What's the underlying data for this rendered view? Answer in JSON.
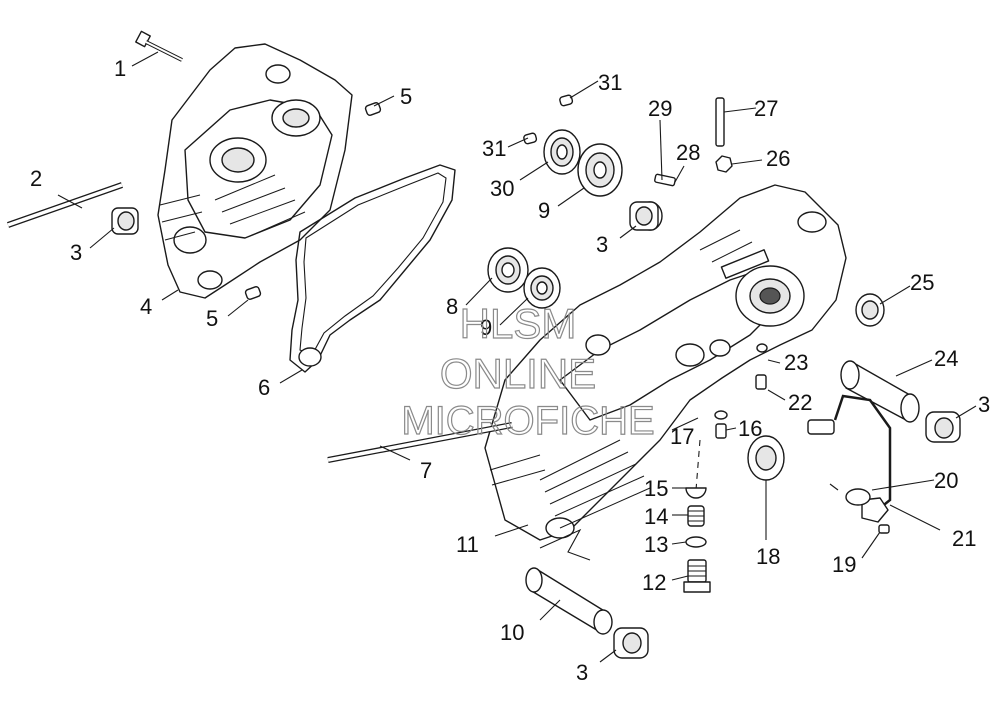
{
  "watermark": {
    "line1": "HLSM",
    "line2": "ONLINE",
    "line3": "MICROFICHE"
  },
  "callouts": {
    "c1": "1",
    "c2": "2",
    "c3a": "3",
    "c3b": "3",
    "c3c": "3",
    "c3d": "3",
    "c4": "4",
    "c5a": "5",
    "c5b": "5",
    "c6": "6",
    "c7": "7",
    "c8": "8",
    "c9a": "9",
    "c9b": "9",
    "c10": "10",
    "c11": "11",
    "c12": "12",
    "c13": "13",
    "c14": "14",
    "c15": "15",
    "c16": "16",
    "c17": "17",
    "c18": "18",
    "c19": "19",
    "c20": "20",
    "c21": "21",
    "c22": "22",
    "c23": "23",
    "c24": "24",
    "c25": "25",
    "c26": "26",
    "c27": "27",
    "c28": "28",
    "c29": "29",
    "c30": "30",
    "c31a": "31",
    "c31b": "31"
  }
}
